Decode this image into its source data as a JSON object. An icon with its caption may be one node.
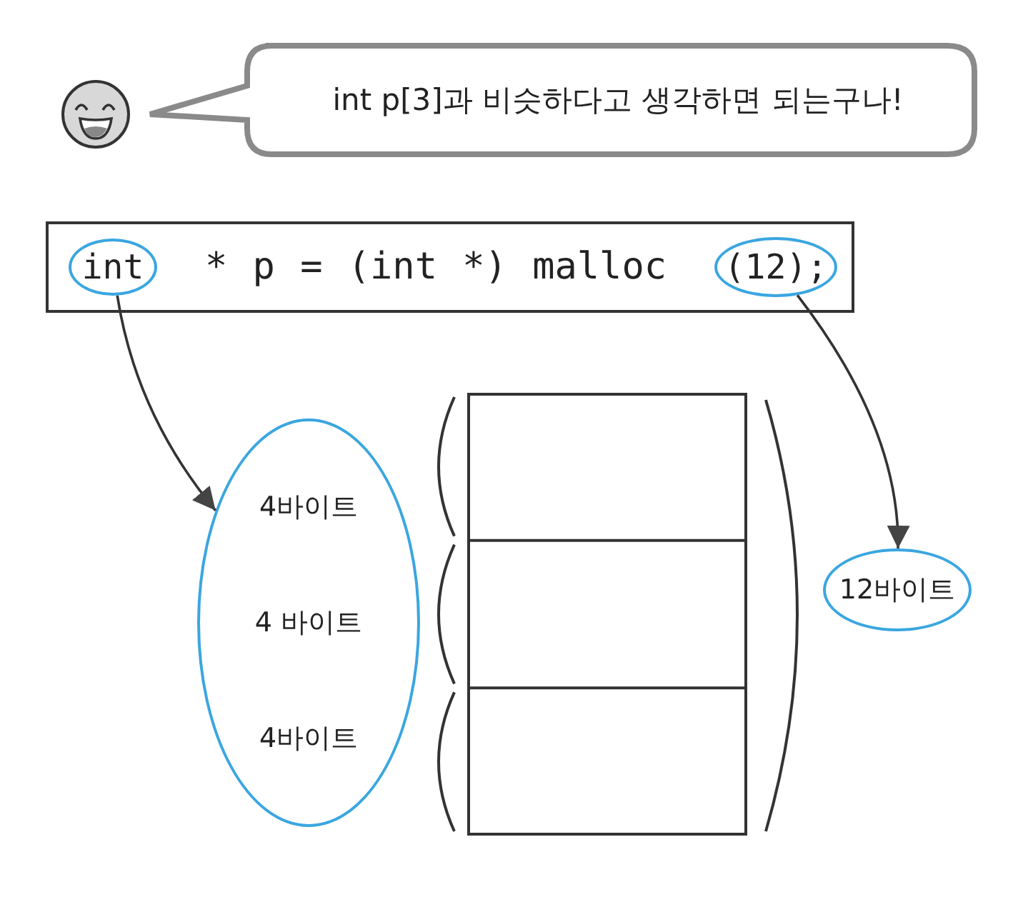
{
  "diagram": {
    "nodes": [
      {
        "text": [
          "int p[3]과 비슷하다고 생각하면 되는구나!"
        ]
      },
      {
        "text": [
          "* p = (int *) malloc"
        ]
      },
      {
        "text": [
          "int"
        ],
        "in": 1
      },
      {
        "text": [
          "(12);"
        ],
        "in": 1
      },
      {
        "text": [
          "4바이트",
          "4 바이트",
          "4바이트"
        ]
      },
      {
        "text": [],
        "shape": "box"
      },
      {
        "text": [
          "12바이트"
        ]
      }
    ],
    "edges": [
      {
        "from": 2,
        "to": 4,
        "arrow": "to"
      },
      {
        "from": 3,
        "to": 6,
        "arrow": "to"
      }
    ]
  }
}
